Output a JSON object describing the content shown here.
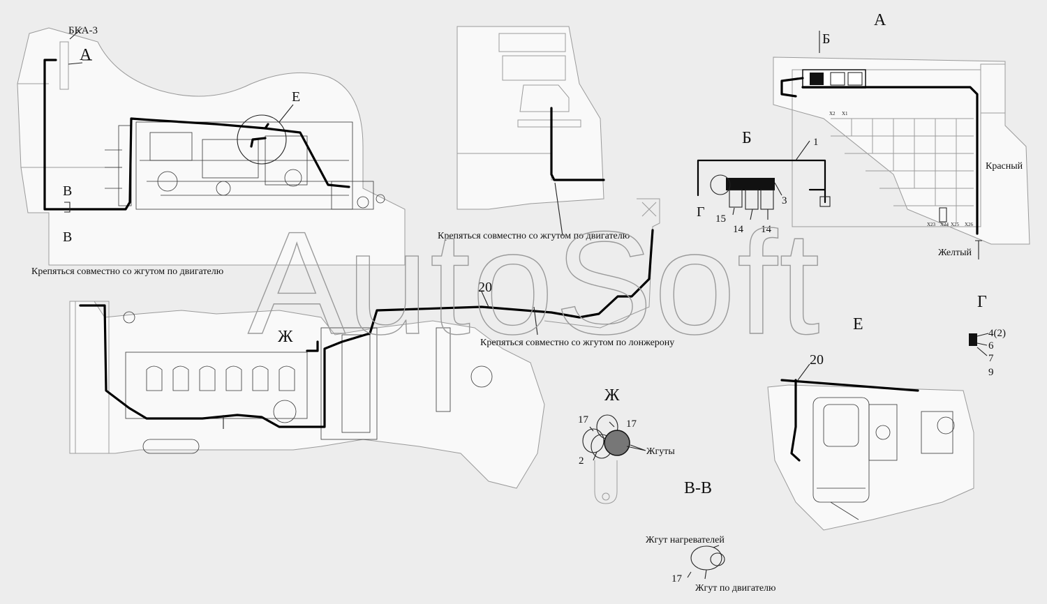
{
  "title_left_top": "БКА-3",
  "arrow_A_left": "А",
  "view_E_ref": "Е",
  "section_B_top": "В",
  "section_B_bottom": "В",
  "note_left": "Крепяться совместно со жгутом по двигателю",
  "note_center": "Крепяться совместно со жгутом по двигателю",
  "note_longeron": "Крепяться совместно со жгутом по лонжерону",
  "label_20_main": "20",
  "label_Zh_main": "Ж",
  "view_A_title": "А",
  "arrow_B_view": "Б",
  "view_B_title": "Б",
  "view_B_labels": {
    "n1": "1",
    "n3": "3",
    "n14a": "14",
    "n14b": "14",
    "n15": "15",
    "g": "Г"
  },
  "wire_colors": {
    "red": "Красный",
    "yellow": "Желтый"
  },
  "block_labels": {
    "x1": "X1",
    "x2": "X2",
    "x23": "X23",
    "x24": "X24",
    "x25": "X25",
    "x26": "X26"
  },
  "view_G_title": "Г",
  "view_G_labels": [
    "4(2)",
    "6",
    "7",
    "9"
  ],
  "view_E_title": "Е",
  "view_E_num": "20",
  "view_Zh_title": "Ж",
  "view_Zh_labels": {
    "n17a": "17",
    "n17b": "17",
    "n2": "2",
    "harness": "Жгуты"
  },
  "section_title": "В-В",
  "section_labels": {
    "heaters": "Жгут нагревателей",
    "engine": "Жгут по двигателю",
    "n17": "17"
  },
  "watermark": "AutoSoft"
}
